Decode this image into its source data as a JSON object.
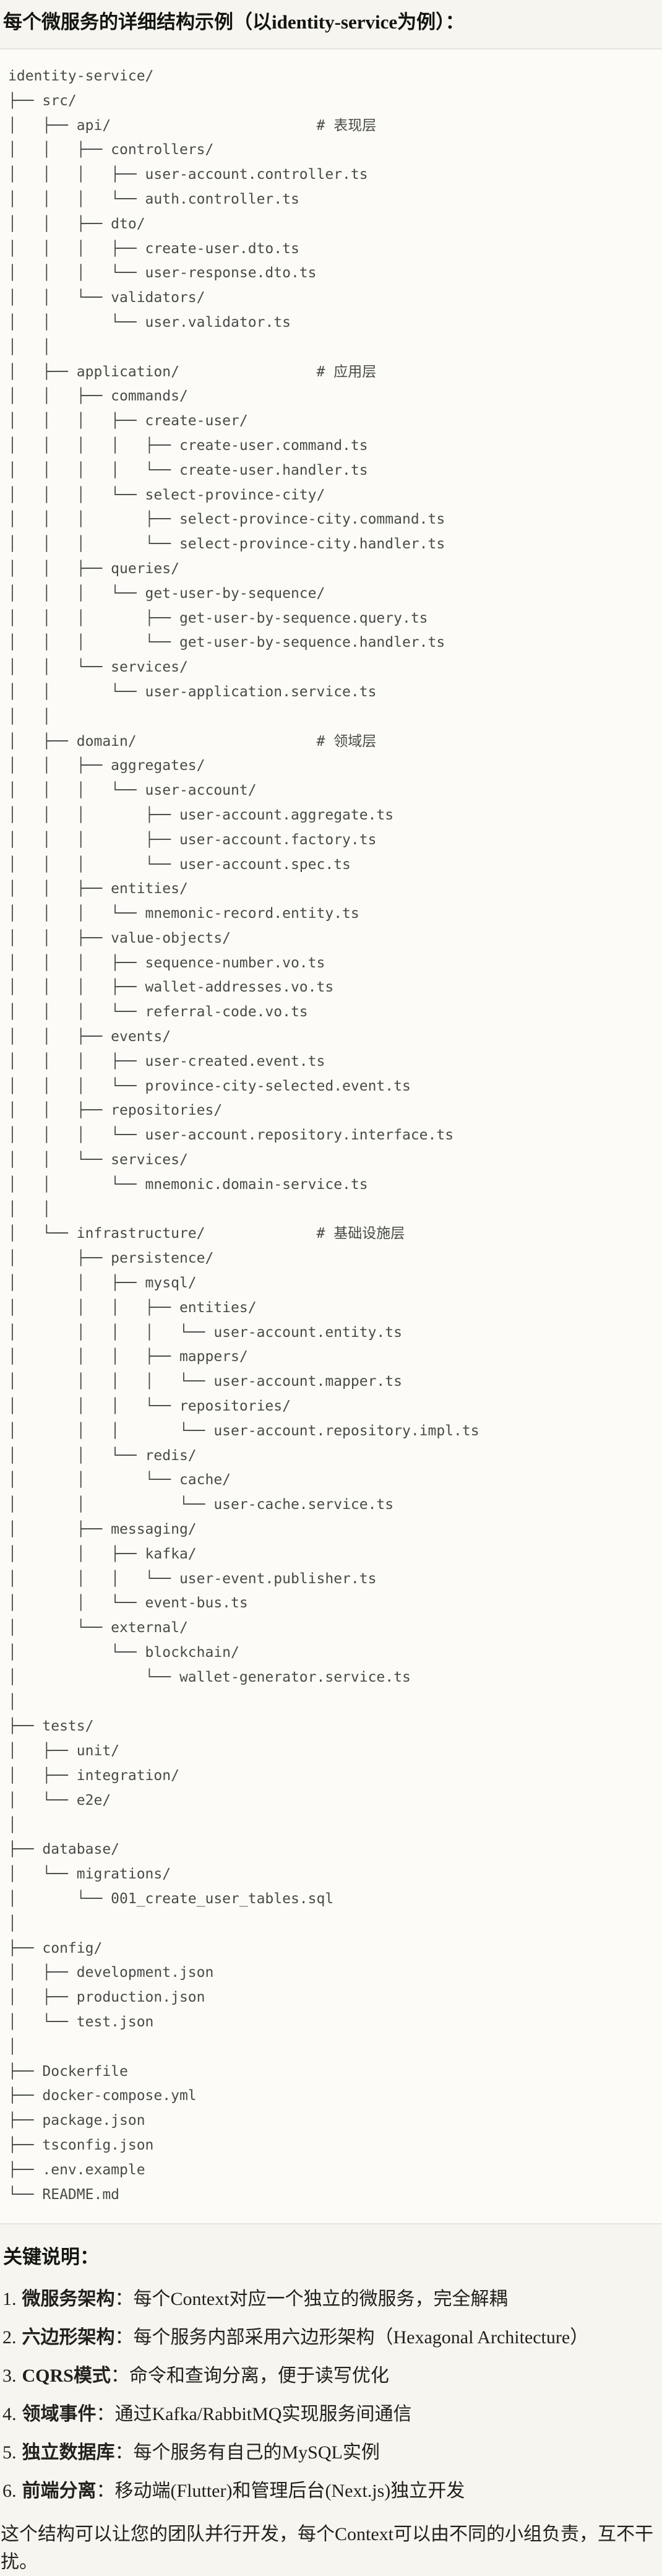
{
  "colors": {
    "page_bg": "#f6f5ef",
    "code_bg": "#fcfbf8",
    "code_border": "#e6e4dc",
    "code_text": "#484b45",
    "body_text": "#22211d"
  },
  "page": {
    "title": "每个微服务的详细结构示例（以identity-service为例）：",
    "notes_heading": "关键说明：",
    "notes": [
      {
        "num": "1.",
        "label": "微服务架构",
        "text": "：每个Context对应一个独立的微服务，完全解耦"
      },
      {
        "num": "2.",
        "label": "六边形架构",
        "text": "：每个服务内部采用六边形架构（Hexagonal Architecture）"
      },
      {
        "num": "3.",
        "label": "CQRS模式",
        "text": "：命令和查询分离，便于读写优化"
      },
      {
        "num": "4.",
        "label": "领域事件",
        "text": "：通过Kafka/RabbitMQ实现服务间通信"
      },
      {
        "num": "5.",
        "label": "独立数据库",
        "text": "：每个服务有自己的MySQL实例"
      },
      {
        "num": "6.",
        "label": "前端分离",
        "text": "：移动端(Flutter)和管理后台(Next.js)独立开发"
      }
    ],
    "footer": "这个结构可以让您的团队并行开发，每个Context可以由不同的小组负责，互不干扰。"
  },
  "code_block": {
    "language": "text",
    "lines": [
      "identity-service/",
      "├── src/",
      "│   ├── api/                        # 表现层",
      "│   │   ├── controllers/",
      "│   │   │   ├── user-account.controller.ts",
      "│   │   │   └── auth.controller.ts",
      "│   │   ├── dto/",
      "│   │   │   ├── create-user.dto.ts",
      "│   │   │   └── user-response.dto.ts",
      "│   │   └── validators/",
      "│   │       └── user.validator.ts",
      "│   │",
      "│   ├── application/                # 应用层",
      "│   │   ├── commands/",
      "│   │   │   ├── create-user/",
      "│   │   │   │   ├── create-user.command.ts",
      "│   │   │   │   └── create-user.handler.ts",
      "│   │   │   └── select-province-city/",
      "│   │   │       ├── select-province-city.command.ts",
      "│   │   │       └── select-province-city.handler.ts",
      "│   │   ├── queries/",
      "│   │   │   └── get-user-by-sequence/",
      "│   │   │       ├── get-user-by-sequence.query.ts",
      "│   │   │       └── get-user-by-sequence.handler.ts",
      "│   │   └── services/",
      "│   │       └── user-application.service.ts",
      "│   │",
      "│   ├── domain/                     # 领域层",
      "│   │   ├── aggregates/",
      "│   │   │   └── user-account/",
      "│   │   │       ├── user-account.aggregate.ts",
      "│   │   │       ├── user-account.factory.ts",
      "│   │   │       └── user-account.spec.ts",
      "│   │   ├── entities/",
      "│   │   │   └── mnemonic-record.entity.ts",
      "│   │   ├── value-objects/",
      "│   │   │   ├── sequence-number.vo.ts",
      "│   │   │   ├── wallet-addresses.vo.ts",
      "│   │   │   └── referral-code.vo.ts",
      "│   │   ├── events/",
      "│   │   │   ├── user-created.event.ts",
      "│   │   │   └── province-city-selected.event.ts",
      "│   │   ├── repositories/",
      "│   │   │   └── user-account.repository.interface.ts",
      "│   │   └── services/",
      "│   │       └── mnemonic.domain-service.ts",
      "│   │",
      "│   └── infrastructure/             # 基础设施层",
      "│       ├── persistence/",
      "│       │   ├── mysql/",
      "│       │   │   ├── entities/",
      "│       │   │   │   └── user-account.entity.ts",
      "│       │   │   ├── mappers/",
      "│       │   │   │   └── user-account.mapper.ts",
      "│       │   │   └── repositories/",
      "│       │   │       └── user-account.repository.impl.ts",
      "│       │   └── redis/",
      "│       │       └── cache/",
      "│       │           └── user-cache.service.ts",
      "│       ├── messaging/",
      "│       │   ├── kafka/",
      "│       │   │   └── user-event.publisher.ts",
      "│       │   └── event-bus.ts",
      "│       └── external/",
      "│           └── blockchain/",
      "│               └── wallet-generator.service.ts",
      "│",
      "├── tests/",
      "│   ├── unit/",
      "│   ├── integration/",
      "│   └── e2e/",
      "│",
      "├── database/",
      "│   └── migrations/",
      "│       └── 001_create_user_tables.sql",
      "│",
      "├── config/",
      "│   ├── development.json",
      "│   ├── production.json",
      "│   └── test.json",
      "│",
      "├── Dockerfile",
      "├── docker-compose.yml",
      "├── package.json",
      "├── tsconfig.json",
      "├── .env.example",
      "└── README.md"
    ]
  }
}
